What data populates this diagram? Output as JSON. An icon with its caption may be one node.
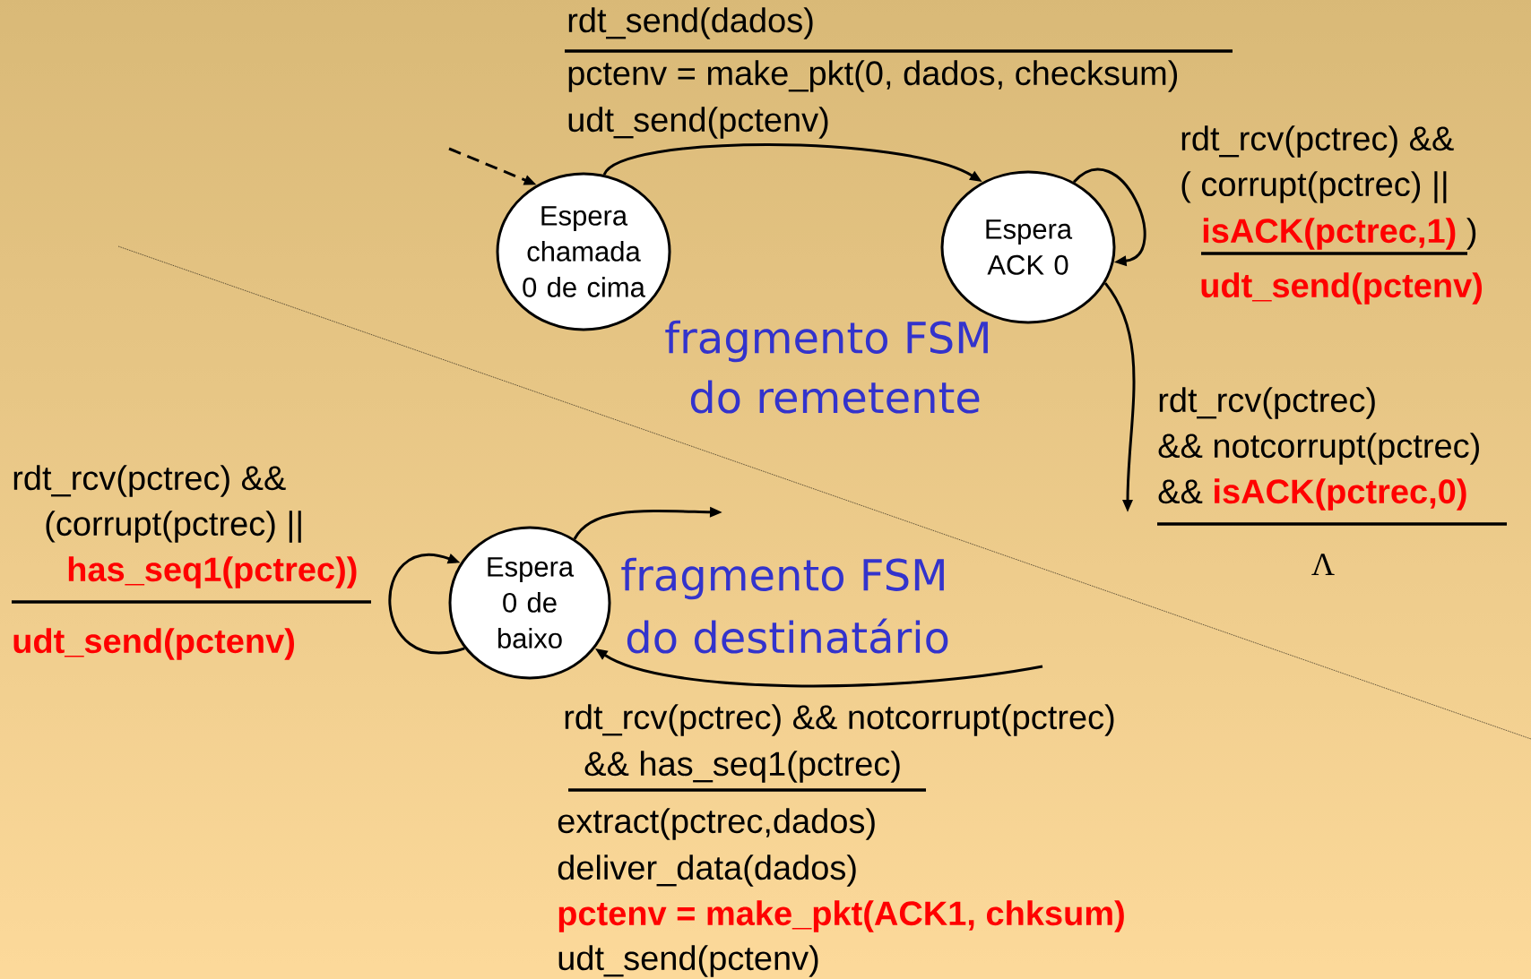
{
  "diagram": {
    "nodes": [
      {
        "text": [
          "Espera chamada 0 de cima"
        ]
      },
      {
        "text": [
          "Espera ACK 0"
        ]
      },
      {
        "text": [
          "Espera 0 de baixo"
        ]
      }
    ],
    "edges": [
      {
        "from": null,
        "to": 0,
        "arrow": "to",
        "style": "dashed"
      },
      {
        "from": 0,
        "to": 1,
        "arrow": "to"
      },
      {
        "from": 1,
        "to": 1,
        "arrow": "to"
      },
      {
        "from": 1,
        "to": null,
        "arrow": "to"
      },
      {
        "from": 2,
        "to": null,
        "arrow": "to"
      },
      {
        "from": null,
        "to": 2,
        "arrow": "to"
      },
      {
        "from": 2,
        "to": 2,
        "arrow": "to"
      }
    ],
    "labels": [
      "rdt_send(dados)",
      "pctenv = make_pkt(0, dados, checksum)",
      "udt_send(pctenv)",
      "rdt_rcv(pctrec) &&",
      "( corrupt(pctrec) ||",
      "**isACK(pctrec,1)** )",
      "udt_send(pctenv)",
      "fragmento FSM",
      "do remetente",
      "rdt_rcv(pctrec)",
      "&& notcorrupt(pctrec)",
      "&& **isACK(pctrec,0)**",
      "Λ",
      "rdt_rcv(pctrec) &&",
      "(corrupt(pctrec) ||",
      "has_seq1(pctrec))",
      "udt_send(pctenv)",
      "fragmento FSM",
      "do destinatário",
      "rdt_rcv(pctrec) && notcorrupt(pctrec)",
      "&& has_seq1(pctrec)",
      "extract(pctrec,dados)",
      "deliver_data(dados)",
      "pctenv = make_pkt(ACK1, chksum)",
      "udt_send(pctenv)"
    ]
  }
}
